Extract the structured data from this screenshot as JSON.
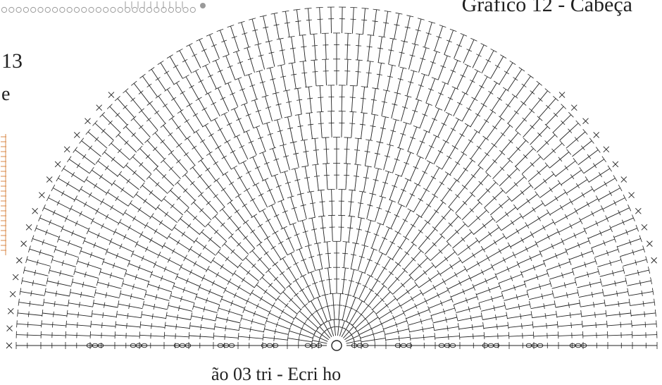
{
  "header": {
    "title": "Gráfico 12 - Cabeça"
  },
  "left_edge": {
    "number": "13",
    "fragment": "e"
  },
  "footer": {
    "fragment": "ão 03   tri - Ecri ho"
  },
  "diagram": {
    "type": "crochet-chart-half-circle",
    "center_symbol": "magic-ring",
    "stitch_types": [
      "chain",
      "single-crochet",
      "double-crochet"
    ],
    "colors": {
      "ink": "#222222",
      "accent": "#d98a4a",
      "grey": "#9a9a9a"
    }
  }
}
